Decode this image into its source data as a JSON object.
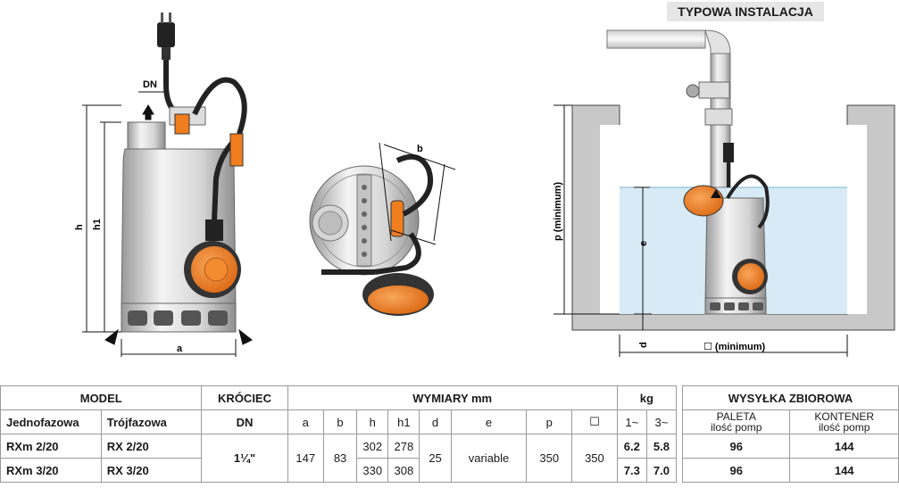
{
  "install_title": "TYPOWA INSTALACJA",
  "labels": {
    "dn": "DN",
    "h": "h",
    "h1": "h1",
    "a": "a",
    "b": "b",
    "p_min": "p (minimum)",
    "e": "e",
    "d": "d",
    "sq_min": "☐ (minimum)"
  },
  "table": {
    "model": "MODEL",
    "jednofazowa": "Jednofazowa",
    "trojfazowa": "Trójfazowa",
    "krociec": "KRÓCIEC",
    "dn": "DN",
    "wymiary": "WYMIARY mm",
    "cols": [
      "a",
      "b",
      "h",
      "h1",
      "d",
      "e",
      "p",
      "☐"
    ],
    "kg": "kg",
    "kg1": "1~",
    "kg3": "3~",
    "rows": [
      {
        "mono": "RXm 2/20",
        "tri": "RX 2/20",
        "dn": "1¼\"",
        "a": "147",
        "b": "83",
        "h": "302",
        "h1": "278",
        "d": "25",
        "e": "variable",
        "p": "350",
        "sq": "350",
        "kg1": "6.2",
        "kg3": "5.8",
        "paleta": "96",
        "kontener": "144"
      },
      {
        "mono": "RXm 3/20",
        "tri": "RX 3/20",
        "h": "330",
        "h1": "308",
        "kg1": "7.3",
        "kg3": "7.0",
        "paleta": "96",
        "kontener": "144"
      }
    ]
  },
  "shipping": {
    "title": "WYSYŁKA ZBIOROWA",
    "paleta": "PALETA",
    "paleta_sub": "ilość pomp",
    "kontener": "KONTENER",
    "kontener_sub": "ilość pomp"
  },
  "colors": {
    "orange": "#f07d1e",
    "steel": "#d9d9d9",
    "water": "#cfe6f3",
    "wall": "#c8c8c8"
  }
}
